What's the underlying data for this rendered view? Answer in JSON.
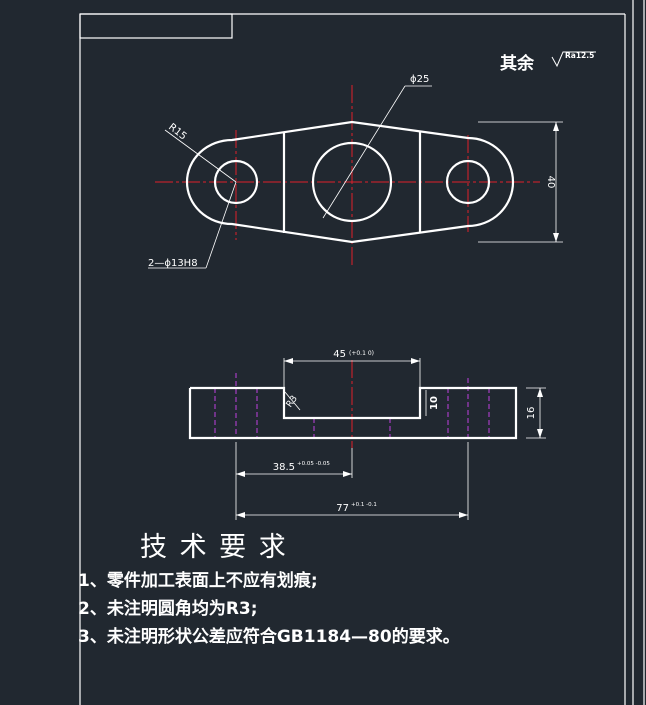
{
  "surface_roughness": {
    "label": "其余",
    "value": "Ra12.5"
  },
  "dimensions": {
    "hole_large": "ϕ25",
    "radius": "R15",
    "holes_small": "2—ϕ13H8",
    "height": "40",
    "top_width": {
      "base": "45",
      "tolerance": "(+0.1 0)"
    },
    "slot_depth": "10",
    "thickness": "16",
    "chamfer": "R3",
    "half_span": {
      "base": "38.5",
      "tolerance": "+0.05 -0.05"
    },
    "full_span": {
      "base": "77",
      "tolerance": "+0.1 -0.1"
    }
  },
  "technical_requirements": {
    "title": "技 术 要 求",
    "items": [
      "1、零件加工表面上不应有划痕;",
      "2、未注明圆角均为R3;",
      "3、未注明形状公差应符合GB1184—80的要求。"
    ]
  },
  "colors": {
    "background": "#212830",
    "line": "#ffffff",
    "centerline": "#e0202a",
    "hidden": "#c040e0"
  }
}
